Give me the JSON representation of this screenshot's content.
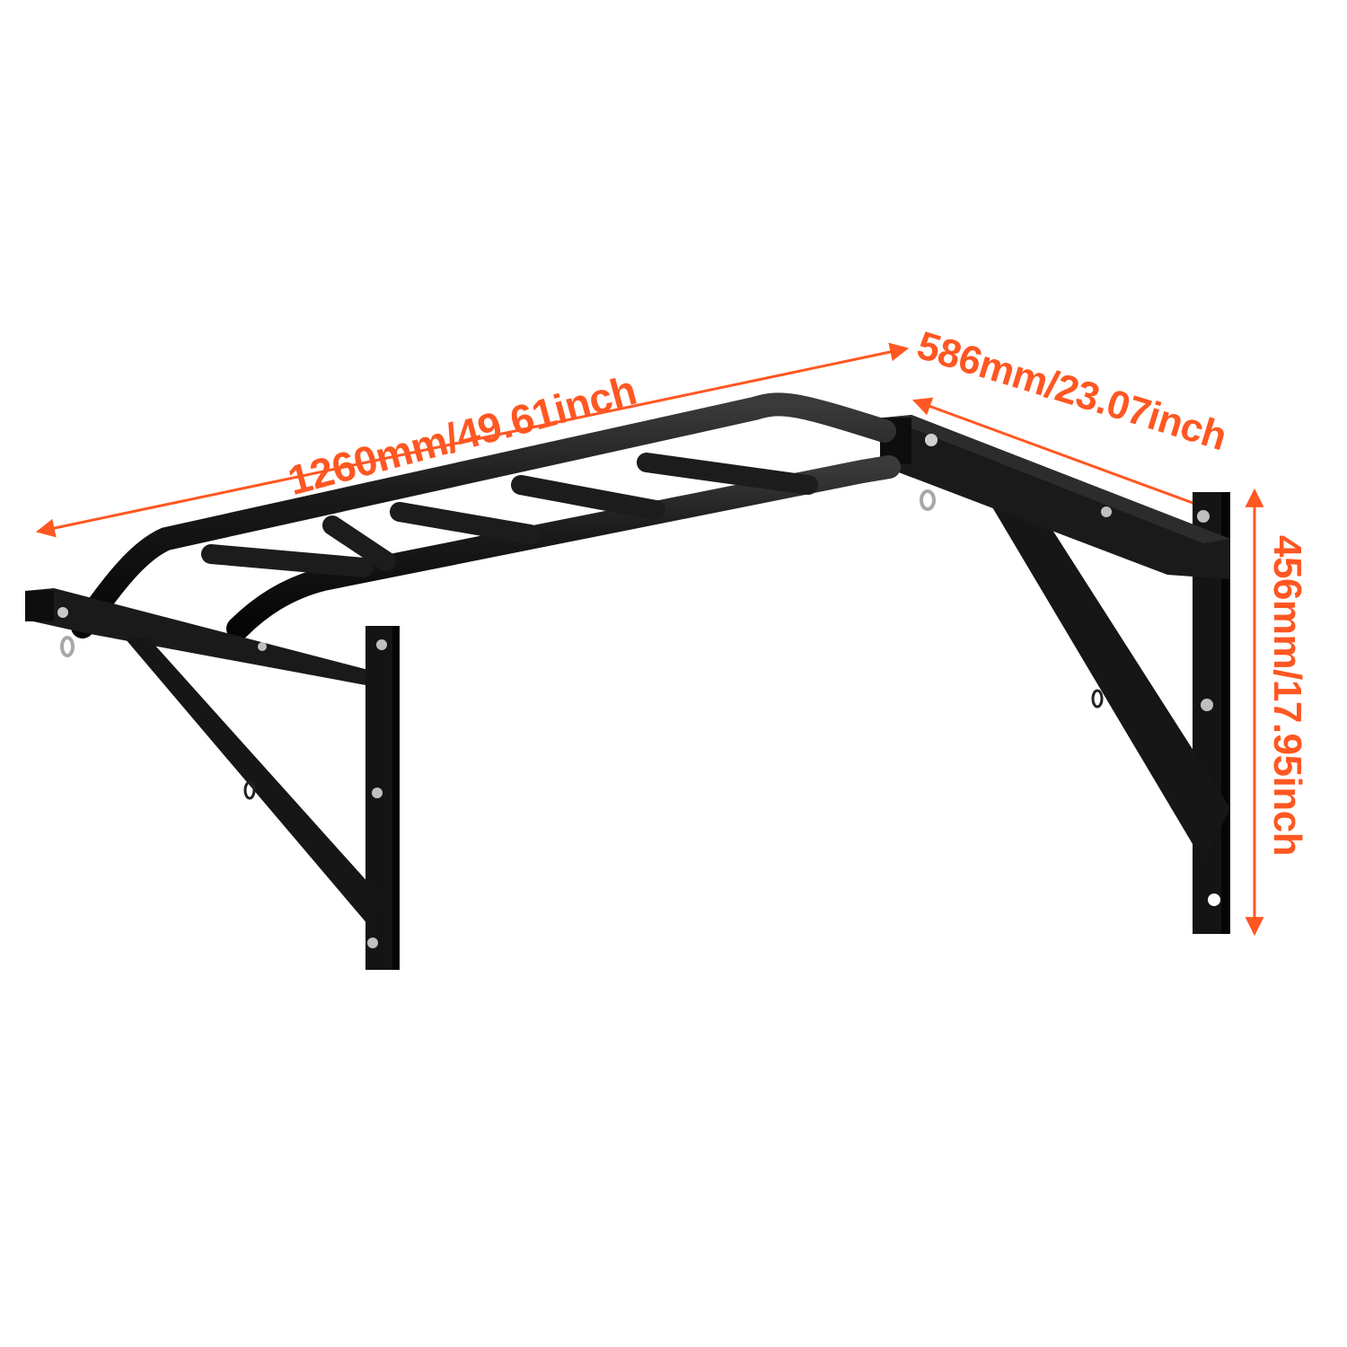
{
  "image": {
    "subject": "Wall-mounted pull-up bar with monkey-bar rungs",
    "background_color": "#ffffff",
    "frame_color": "#111111",
    "accent_color": "#ff5722"
  },
  "dimensions": {
    "width": {
      "label": "1260mm/49.61inch",
      "mm": 1260,
      "inch": 49.61
    },
    "depth": {
      "label": "586mm/23.07inch",
      "mm": 586,
      "inch": 23.07
    },
    "height": {
      "label": "456mm/17.95inch",
      "mm": 456,
      "inch": 17.95
    }
  },
  "components": {
    "rungs_count": 5,
    "wall_brackets": 2,
    "eye_hooks": 4
  }
}
